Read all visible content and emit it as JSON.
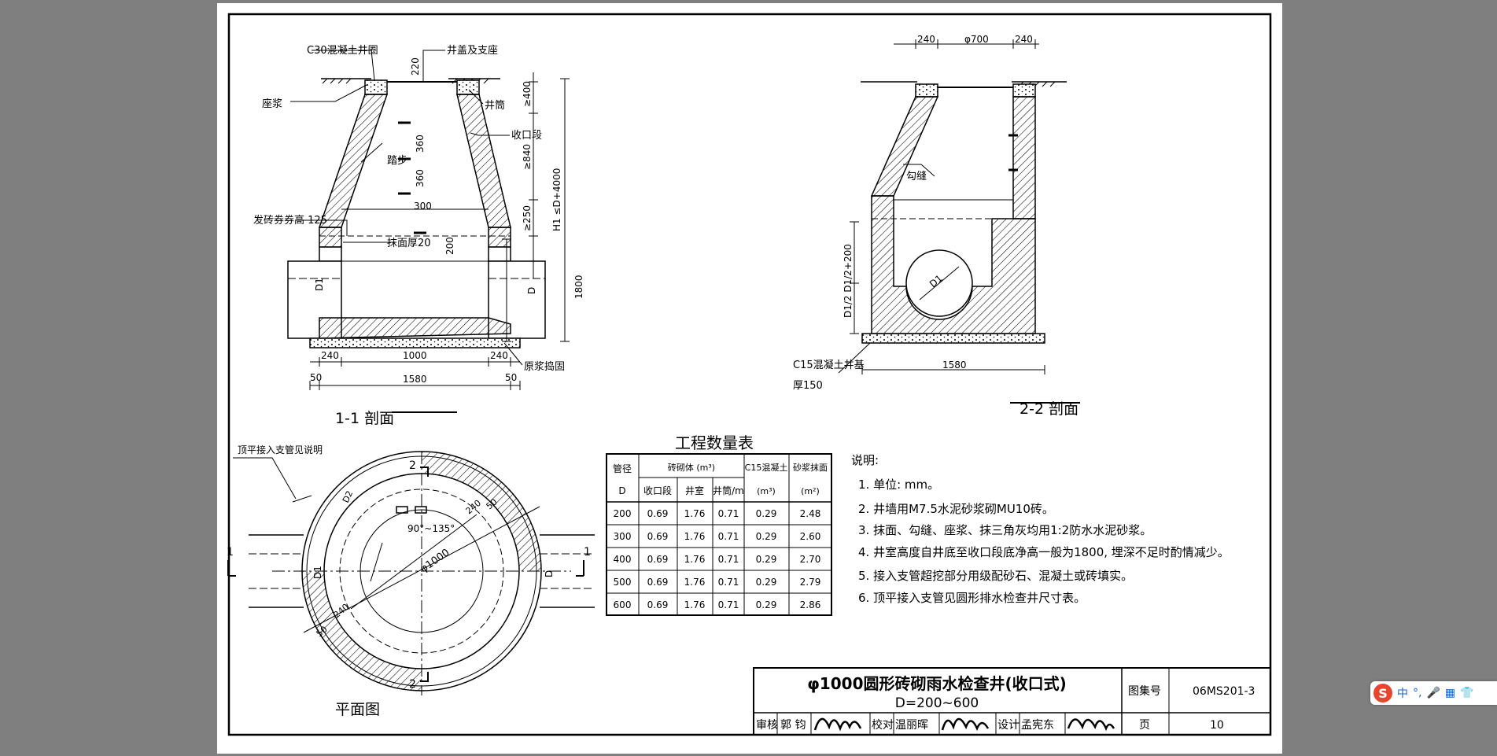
{
  "section_1": {
    "title": "1-1 剖面",
    "labels": {
      "ring": "C30混凝土井圈",
      "cover": "井盖及支座",
      "mortar": "座浆",
      "shaft": "井筒",
      "taper": "收口段",
      "step": "踏步",
      "arch": "发砖券券高 125",
      "plaster": "抹面厚20",
      "base": "原浆捣固",
      "h1": "H1 ≤D+4000"
    },
    "dims": {
      "d220": "220",
      "d400": "≥400",
      "d840": "≥840",
      "d360a": "360",
      "d360b": "360",
      "d300": "300",
      "d250": "≥250",
      "d200": "200",
      "d1800": "1800",
      "D1": "D1",
      "D": "D",
      "w240a": "240",
      "w1000": "1000",
      "w240b": "240",
      "w50a": "50",
      "w1580": "1580",
      "w50b": "50"
    }
  },
  "section_2": {
    "title": "2-2 剖面",
    "labels": {
      "joint": "勾缝",
      "base1": "C15混凝土井基",
      "base2": "厚150",
      "vert": "D1/2 D1/2+200"
    },
    "dims": {
      "t240a": "240",
      "t700": "φ700",
      "t240b": "240",
      "b1580": "1580",
      "D1": "D1"
    }
  },
  "plan": {
    "title": "平面图",
    "labels": {
      "note": "顶平接入支管见说明",
      "s1a": "1",
      "s1b": "1",
      "s2a": "2",
      "s2b": "2",
      "angle": "90°~135°",
      "dia": "φ1000",
      "t240a": "240",
      "t50a": "50",
      "t240b": "240",
      "t50b": "50",
      "D1": "D1",
      "D": "D",
      "D2": "D2"
    }
  },
  "table": {
    "title": "工程数量表",
    "header_row1": [
      "管径",
      "砖砌体 (m³)",
      "C15混凝土",
      "砂浆抹面"
    ],
    "header_row2": [
      "D",
      "收口段",
      "井室",
      "井筒/m",
      "(m³)",
      "(m²)"
    ],
    "rows": [
      [
        "200",
        "0.69",
        "1.76",
        "0.71",
        "0.29",
        "2.48"
      ],
      [
        "300",
        "0.69",
        "1.76",
        "0.71",
        "0.29",
        "2.60"
      ],
      [
        "400",
        "0.69",
        "1.76",
        "0.71",
        "0.29",
        "2.70"
      ],
      [
        "500",
        "0.69",
        "1.76",
        "0.71",
        "0.29",
        "2.79"
      ],
      [
        "600",
        "0.69",
        "1.76",
        "0.71",
        "0.29",
        "2.86"
      ]
    ]
  },
  "notes": {
    "heading": "说明:",
    "items": [
      "1. 单位: mm。",
      "2. 井墙用M7.5水泥砂浆砌MU10砖。",
      "3. 抹面、勾缝、座浆、抹三角灰均用1:2防水水泥砂浆。",
      "4. 井室高度自井底至收口段底净高一般为1800, 埋深不足时酌情减少。",
      "5. 接入支管超挖部分用级配砂石、混凝土或砖填实。",
      "6. 顶平接入支管见圆形排水检查井尺寸表。"
    ]
  },
  "titleblock": {
    "title": "φ1000圆形砖砌雨水检查井(收口式)",
    "subtitle": "D=200~600",
    "atlas_label": "图集号",
    "atlas_value": "06MS201-3",
    "page_label": "页",
    "page_value": "10",
    "review_label": "审核",
    "review_name": "郭 钧",
    "check_label": "校对",
    "check_name": "温丽晖",
    "design_label": "设计",
    "design_name": "孟宪东"
  },
  "ime": {
    "items": [
      "中",
      "°,",
      "🎤",
      "▦",
      "👕"
    ]
  }
}
